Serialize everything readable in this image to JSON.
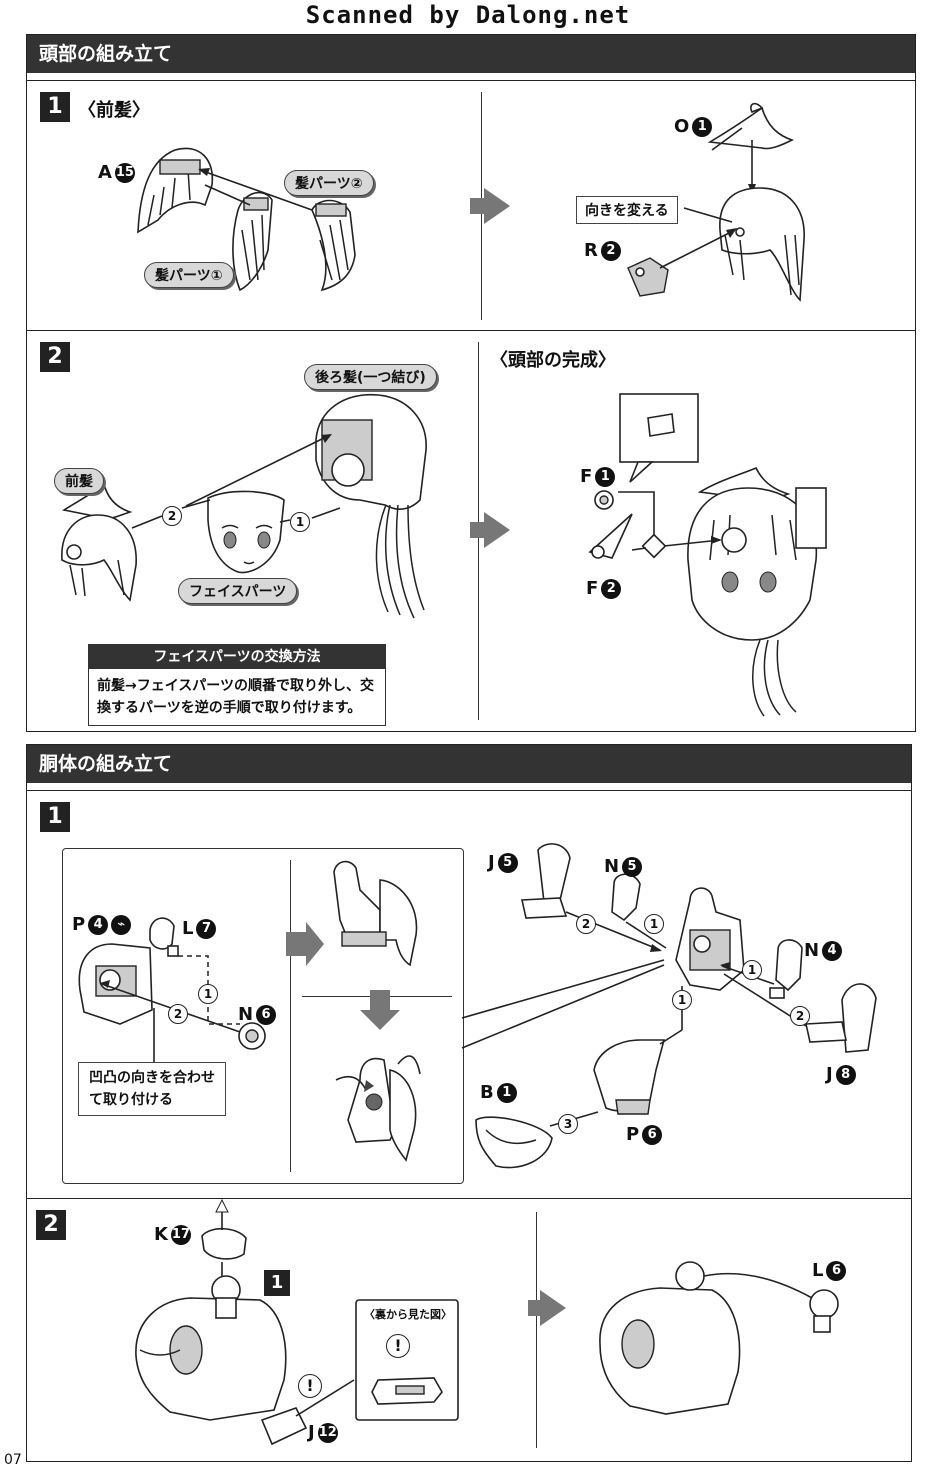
{
  "header": {
    "scan_credit": "Scanned by Dalong.net"
  },
  "head_section": {
    "title": "頭部の組み立て",
    "step1": {
      "number": "1",
      "title": "〈前髪〉",
      "labels": {
        "a15": {
          "letter": "A",
          "num": "15"
        },
        "hair_part2": "髪パーツ②",
        "hair_part1": "髪パーツ①",
        "o1": {
          "letter": "O",
          "num": "1"
        },
        "change_direction": "向きを変える",
        "r2": {
          "letter": "R",
          "num": "2"
        }
      }
    },
    "step2": {
      "number": "2",
      "complete_title": "〈頭部の完成〉",
      "labels": {
        "back_hair": "後ろ髪(一つ結び)",
        "front_hair": "前髪",
        "face_parts": "フェイスパーツ",
        "order1": "1",
        "order2": "2",
        "f1": {
          "letter": "F",
          "num": "1"
        },
        "f2": {
          "letter": "F",
          "num": "2"
        }
      },
      "note": {
        "title": "フェイスパーツの交換方法",
        "body_line1": "前髪→フェイスパーツの順番で取り外し、交",
        "body_line2": "換するパーツを逆の手順で取り付けます。"
      }
    }
  },
  "torso_section": {
    "title": "胴体の組み立て",
    "step1": {
      "number": "1",
      "labels": {
        "p4": {
          "letter": "P",
          "num": "4"
        },
        "l7": {
          "letter": "L",
          "num": "7"
        },
        "n6": {
          "letter": "N",
          "num": "6"
        },
        "j5": {
          "letter": "J",
          "num": "5"
        },
        "n5": {
          "letter": "N",
          "num": "5"
        },
        "n4": {
          "letter": "N",
          "num": "4"
        },
        "j8": {
          "letter": "J",
          "num": "8"
        },
        "b1": {
          "letter": "B",
          "num": "1"
        },
        "p6": {
          "letter": "P",
          "num": "6"
        },
        "o1": "1",
        "o2": "2",
        "o3": "3"
      },
      "note_line1": "凹凸の向きを合わせ",
      "note_line2": "て取り付ける"
    },
    "step2": {
      "number": "2",
      "labels": {
        "k17": {
          "letter": "K",
          "num": "17"
        },
        "j12": {
          "letter": "J",
          "num": "12"
        },
        "l6": {
          "letter": "L",
          "num": "6"
        },
        "ref1": "1",
        "back_view": "〈裏から見た図〉",
        "warn": "!"
      }
    }
  },
  "footer": {
    "page_number": "07"
  }
}
